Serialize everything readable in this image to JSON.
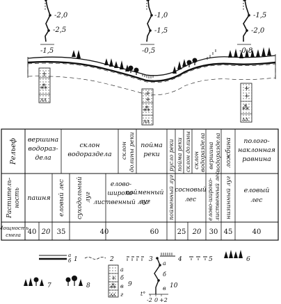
{
  "profiles": {
    "left": {
      "values": [
        "-2,0",
        "-2,5"
      ],
      "base": "-1,5"
    },
    "middle": {
      "values": [
        "-1,0",
        "-1,5"
      ],
      "base": "-0,5"
    },
    "right": {
      "values": [
        "-1,5",
        "-2,0"
      ],
      "base": "-0,8"
    }
  },
  "pit_marks": {
    "left": [
      "+",
      "⁂",
      "ʌʌ"
    ],
    "middle": [
      "+",
      "+",
      "⁂",
      "ʌʌ"
    ],
    "right": [
      "+",
      "+",
      "⁂",
      "ʌʌ"
    ]
  },
  "table": {
    "row_labels": {
      "relief": "Рельеф",
      "vegetation": [
        "Раститель-",
        "ность"
      ],
      "snow": [
        "Мощность",
        "снега"
      ]
    },
    "relief": [
      {
        "lines": [
          "вершина",
          "водораз-",
          "дела"
        ]
      },
      {
        "lines": [
          "склон",
          "водораздела"
        ]
      },
      {
        "lines": [
          "склон",
          "долины реки"
        ]
      },
      {
        "lines": [
          "пойма",
          "реки"
        ]
      },
      {
        "lines": [
          "русло реки"
        ]
      },
      {
        "lines": [
          "пойма реки"
        ]
      },
      {
        "lines": [
          "склон долины"
        ]
      },
      {
        "lines": [
          "склон",
          "водораздела"
        ]
      },
      {
        "lines": [
          "вершина",
          "водораздела"
        ]
      },
      {
        "lines": [
          "ложбина"
        ]
      },
      {
        "lines": [
          "полого-",
          "наклонная",
          "равнина"
        ]
      }
    ],
    "vegetation": [
      {
        "lines": [
          "пашня"
        ]
      },
      {
        "lines": [
          "еловый лес"
        ]
      },
      {
        "lines": [
          "суходольный",
          "луг"
        ]
      },
      {
        "lines": [
          "елово-",
          "широко-",
          "лиственный лес"
        ]
      },
      {
        "lines": [
          "пойменный",
          "луг"
        ]
      },
      {
        "lines": [
          "пойменный луг"
        ]
      },
      {
        "lines": [
          "сосновый",
          "лес"
        ]
      },
      {
        "lines": [
          "елово-широко-",
          "лиственный лес"
        ]
      },
      {
        "lines": [
          "низинный луг"
        ]
      },
      {
        "lines": [
          "еловый",
          "лес"
        ]
      }
    ],
    "snow": [
      "40",
      "20",
      "35",
      "40",
      "60",
      "25",
      "20",
      "30",
      "45",
      "40"
    ]
  },
  "legend": [
    {
      "num": "1",
      "letters": [
        "а",
        "б"
      ]
    },
    {
      "num": "2"
    },
    {
      "num": "3"
    },
    {
      "num": "4"
    },
    {
      "num": "5"
    },
    {
      "num": "6"
    },
    {
      "num": "7"
    },
    {
      "num": "8"
    },
    {
      "num": "9",
      "letters": [
        "а",
        "б",
        "в",
        "г"
      ],
      "symbols": [
        "+",
        "⁂",
        "ʌʌ"
      ]
    },
    {
      "num": "10",
      "letters": [
        "а",
        "б",
        "в"
      ],
      "axis": [
        "t°",
        "-2",
        "0",
        "+2"
      ]
    }
  ]
}
